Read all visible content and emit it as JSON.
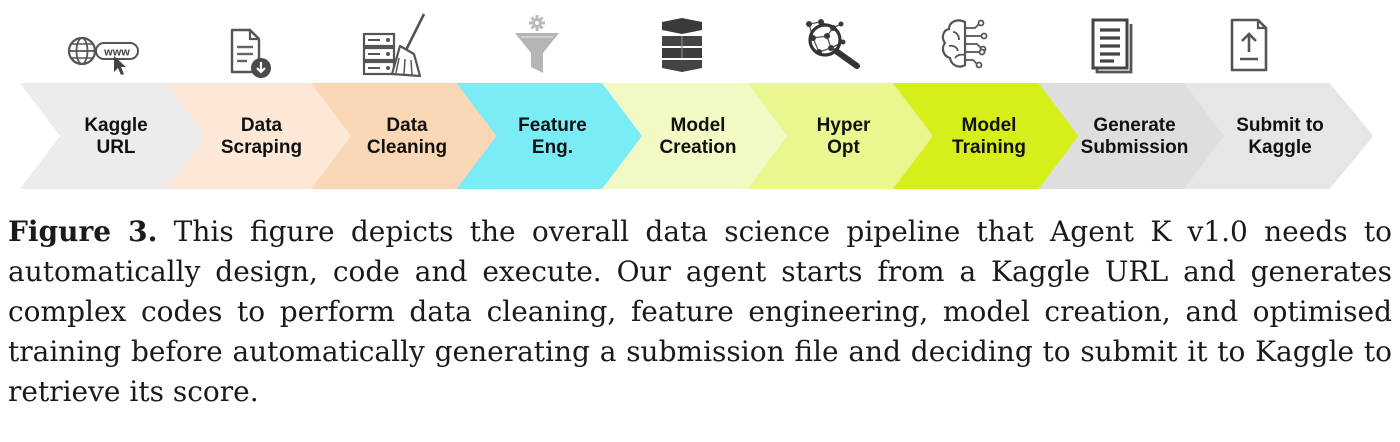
{
  "pipeline": {
    "steps": [
      {
        "line1": "Kaggle",
        "line2": "URL",
        "color": "#ececec",
        "icon": "globe-www-icon"
      },
      {
        "line1": "Data",
        "line2": "Scraping",
        "color": "#fde8d8",
        "icon": "document-download-icon"
      },
      {
        "line1": "Data",
        "line2": "Cleaning",
        "color": "#fad7b5",
        "icon": "server-broom-icon"
      },
      {
        "line1": "Feature",
        "line2": "Eng.",
        "color": "#79ecf6",
        "icon": "funnel-gear-icon"
      },
      {
        "line1": "Model",
        "line2": "Creation",
        "color": "#f3f9c5",
        "icon": "cube-stack-icon"
      },
      {
        "line1": "Hyper",
        "line2": "Opt",
        "color": "#eaf78e",
        "icon": "magnifier-network-icon"
      },
      {
        "line1": "Model",
        "line2": "Training",
        "color": "#d6ee1a",
        "icon": "brain-circuit-icon"
      },
      {
        "line1": "Generate",
        "line2": "Submission",
        "color": "#dedede",
        "icon": "text-document-icon"
      },
      {
        "line1": "Submit to",
        "line2": "Kaggle",
        "color": "#e6e6e6",
        "icon": "upload-document-icon"
      }
    ]
  },
  "caption": {
    "label": "Figure 3.",
    "text": " This figure depicts the overall data science pipeline that Agent K v1.0 needs to automatically design, code and execute. Our agent starts from a Kaggle URL and generates complex codes to perform data cleaning, feature engineering, model creation, and optimised training before automatically generating a submission file and deciding to submit it to Kaggle to retrieve its score."
  }
}
